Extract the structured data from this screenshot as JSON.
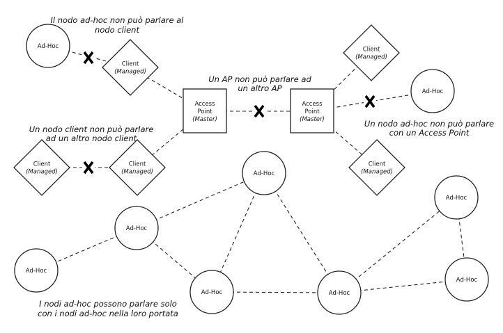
{
  "diagram": {
    "title": "Wireless network modes",
    "nodes": [
      {
        "id": "adhoc_tl",
        "type": "adhoc",
        "label": [
          "Ad-Hoc"
        ]
      },
      {
        "id": "client_t",
        "type": "client",
        "label": [
          "Client",
          "(Managed)"
        ]
      },
      {
        "id": "ap1",
        "type": "ap",
        "label": [
          "Access",
          "Point",
          "(Master)"
        ]
      },
      {
        "id": "ap2",
        "type": "ap",
        "label": [
          "Access",
          "Point",
          "(Master)"
        ]
      },
      {
        "id": "client_tr",
        "type": "client",
        "label": [
          "Client",
          "(Managed)"
        ]
      },
      {
        "id": "adhoc_r",
        "type": "adhoc",
        "label": [
          "Ad-Hoc"
        ]
      },
      {
        "id": "client_br",
        "type": "client",
        "label": [
          "Client",
          "(Managed)"
        ]
      },
      {
        "id": "client_l1",
        "type": "client",
        "label": [
          "Client",
          "(Managed)"
        ]
      },
      {
        "id": "client_l2",
        "type": "client",
        "label": [
          "Client",
          "(Managed)"
        ]
      },
      {
        "id": "adhoc_m1",
        "type": "adhoc",
        "label": [
          "Ad-Hoc"
        ]
      },
      {
        "id": "adhoc_m2",
        "type": "adhoc",
        "label": [
          "Ad-Hoc"
        ]
      },
      {
        "id": "adhoc_m3",
        "type": "adhoc",
        "label": [
          "Ad-Hoc"
        ]
      },
      {
        "id": "adhoc_m4",
        "type": "adhoc",
        "label": [
          "Ad-Hoc"
        ]
      },
      {
        "id": "adhoc_m5",
        "type": "adhoc",
        "label": [
          "Ad-Hoc"
        ]
      },
      {
        "id": "adhoc_m6",
        "type": "adhoc",
        "label": [
          "Ad-Hoc"
        ]
      },
      {
        "id": "adhoc_m7",
        "type": "adhoc",
        "label": [
          "Ad-Hoc"
        ]
      }
    ],
    "edges": [
      {
        "from": "adhoc_tl",
        "to": "client_t",
        "blocked": true
      },
      {
        "from": "client_t",
        "to": "ap1",
        "blocked": false
      },
      {
        "from": "client_l2",
        "to": "ap1",
        "blocked": false
      },
      {
        "from": "ap1",
        "to": "ap2",
        "blocked": true
      },
      {
        "from": "ap2",
        "to": "client_tr",
        "blocked": false
      },
      {
        "from": "ap2",
        "to": "adhoc_r",
        "blocked": true
      },
      {
        "from": "ap2",
        "to": "client_br",
        "blocked": false
      },
      {
        "from": "client_l1",
        "to": "client_l2",
        "blocked": true
      },
      {
        "from": "adhoc_m2",
        "to": "adhoc_m1",
        "blocked": false
      },
      {
        "from": "adhoc_m2",
        "to": "adhoc_m3",
        "blocked": false
      },
      {
        "from": "adhoc_m2",
        "to": "adhoc_m4",
        "blocked": false
      },
      {
        "from": "adhoc_m3",
        "to": "adhoc_m4",
        "blocked": false
      },
      {
        "from": "adhoc_m3",
        "to": "adhoc_m5",
        "blocked": false
      },
      {
        "from": "adhoc_m4",
        "to": "adhoc_m5",
        "blocked": false
      },
      {
        "from": "adhoc_m5",
        "to": "adhoc_m6",
        "blocked": false
      },
      {
        "from": "adhoc_m5",
        "to": "adhoc_m7",
        "blocked": false
      },
      {
        "from": "adhoc_m6",
        "to": "adhoc_m7",
        "blocked": false
      }
    ],
    "captions": {
      "adhoc_client": [
        "Il nodo ad-hoc non può parlare al",
        "nodo client"
      ],
      "ap_ap": [
        "Un AP non può parlare ad",
        "un altro AP"
      ],
      "client_client": [
        "Un nodo client non può parlare",
        "ad un altro nodo client"
      ],
      "adhoc_ap": [
        "Un nodo ad-hoc non può parlare",
        "con un Access Point"
      ],
      "adhoc_mesh": [
        "I nodi ad-hoc possono parlare solo",
        "con i nodi ad-hoc nella loro portata"
      ]
    }
  }
}
